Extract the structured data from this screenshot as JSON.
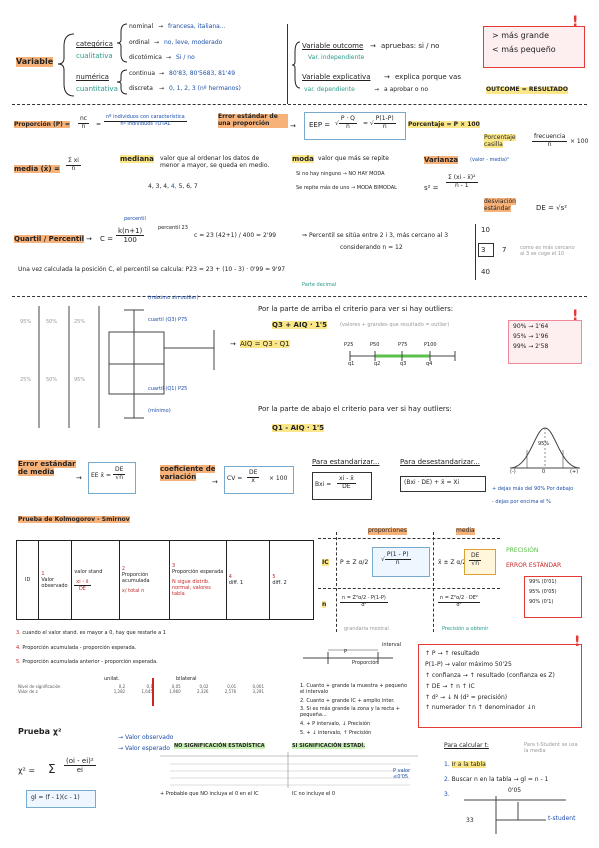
{
  "variable": {
    "label": "Variable",
    "categorica": "categórica",
    "cualitativa": "cualitativa",
    "numerica": "numérica",
    "cuantitativa": "cuantitativa",
    "nominal": "nominal",
    "nominal_ex": "francesa, italiana...",
    "ordinal": "ordinal",
    "ordinal_ex": "no, leve, moderado",
    "dicotomica": "dicotómica",
    "dicotomica_ex": "Si / no",
    "continua": "continua",
    "continua_ex": "80'83, 80'5683, 81'49",
    "discreta": "discreta",
    "discreta_ex": "0, 1, 2, 3 (nº hermanos)"
  },
  "outcome": {
    "line1_a": "Variable outcome",
    "line1_b": "apruebas: si / no",
    "line1_sub": "Var. independiente",
    "line2_a": "Variable explicativa",
    "line2_b": "explica porque vas",
    "line2_sub": "var. dependiente",
    "line2_c": "a aprobar o no",
    "badge": "OUTCOME = RESULTADO"
  },
  "top_right_box": {
    "line1": "> más grande",
    "line2": "< más pequeño"
  },
  "proporcion": {
    "label": "Proporción (P) =",
    "num": "nc",
    "den": "n",
    "eq": "=",
    "def_num": "nº individuos con característica",
    "def_den": "nº individuos TOTAL",
    "error_label": "Error estándar de una proporción",
    "ee_prefix": "EEP =",
    "ee_num": "P · Q",
    "ee_den": "n",
    "ee_num2": "P(1-P)",
    "ee_den2": "n",
    "porcentaje": "Porcentaje = P × 100",
    "porc_casilla_label": "Porcentaje casilla",
    "porc_casilla_num": "frecuencia",
    "porc_casilla_den": "n",
    "porc_casilla_tail": "× 100"
  },
  "media": {
    "label": "media (x̄) =",
    "num": "Σ xi",
    "den": "n",
    "mediana_label": "mediana",
    "mediana_text": "valor que al ordenar los datos de menor a mayor, se queda en medio.",
    "mediana_ex_a": "4, 3, 4,",
    "mediana_ex_b": "4,",
    "mediana_ex_c": "5, 6, 7",
    "moda_label": "moda",
    "moda_text": "valor que más se repite",
    "moda_line2": "Si no hay ninguno → NO HAY MODA",
    "moda_line3": "Se repite más de uno → MODA BIMODAL",
    "varianza_label": "Varianza",
    "varianza_sub": "(valor - media)²",
    "varianza_formula_num": "Σ (xi - x̄)²",
    "varianza_formula_den": "n - 1",
    "s2": "s² =",
    "desviacion_label": "desviación estándar",
    "desviacion_formula": "DE = √s²"
  },
  "quartil": {
    "label": "Quartil / Percentil",
    "c_eq": "C =",
    "num": "k(n+1)",
    "den": "100",
    "percentil_tag": "percentil",
    "percentil_23": "percentil 23",
    "calc": "c = 23 (42+1) / 400 = 2'99",
    "arrow_text": "Percentil se sitúa entre 2 i 3, más cercano al 3",
    "considerando": "considerando n = 12",
    "sentence": "Una vez calculada la posición C, el percentil se calcula: P23 = 23 + (10 - 3) · 0'99 = 9'97",
    "parte_decimal": "Parte decimal",
    "side_nums": [
      "10",
      "3",
      "7",
      "40"
    ],
    "side_note": "como es más cercano al 3 se coge el 10"
  },
  "boxplot": {
    "max_label": "(máximo sin outlier)",
    "q3": "cuartil (Q3) P75",
    "q1": "cuartil (Q1) P25",
    "min_label": "(mínimo)",
    "aiq": "AIQ = Q3 - Q1",
    "pct_labels": [
      "95%",
      "50%",
      "25%"
    ],
    "outliers_top_title": "Por la parte de arriba el criterio para ver si hay outliers:",
    "outliers_top_formula": "Q3 + AIQ · 1'5",
    "outliers_top_note": "(valores + grandes que resultado = outlier)",
    "outliers_bottom_title": "Por la parte de abajo el criterio para ver si hay outliers:",
    "outliers_bottom_formula": "Q1 - AIQ · 1'5",
    "percentiles": [
      "P25",
      "P50",
      "P75",
      "P100"
    ],
    "quartiles": [
      "q1",
      "q2",
      "q3",
      "q4"
    ],
    "z_values": [
      "90% → 1'64",
      "95% → 1'96",
      "99% → 2'58"
    ]
  },
  "error_media": {
    "label": "Error estándar de media",
    "formula_ee": "EE x̄ =",
    "num": "DE",
    "den": "√n",
    "cv_label": "coeficiente de variación",
    "cv": "CV =",
    "cv_num": "DE",
    "cv_den": "x̄",
    "cv_tail": "× 100",
    "estandarizar": "Para estandarizar...",
    "std_num": "xi - x̄",
    "std_den": "DE",
    "bxi": "Bxi =",
    "desestandarizar": "Para desestandarizar...",
    "des_formula": "(Bxi · DE) + x̄ = Xi",
    "normal_labels": [
      "(-)",
      "(+)",
      "0"
    ],
    "normal_note_1": "dejas más del 90% Por debajo",
    "normal_note_2": "dejas por encima el %",
    "normal_95": "95%"
  },
  "ks": {
    "title": "Prueba de Kolmogorov - Smirnov",
    "headers": [
      "ID",
      "Valor observado",
      "valor stand",
      "Proporción acumulada",
      "Proporción esperada",
      "diff. 1",
      "diff. 2"
    ],
    "numbers": [
      "1",
      "2",
      "3",
      "4",
      "5"
    ],
    "stand_formula_num": "xi - x̄",
    "stand_formula_den": "DE",
    "prop_acum": "x/ total n",
    "prop_esp": "N sigue distrib. normal, valores tabla",
    "note3": "cuando el valor stand. es mayor a 0, hay que restarle a 1",
    "note4": "Proporción acumulada - proporción esperada.",
    "note5": "Proporción acumulada anterior - proporción esperada.",
    "sig_rows": [
      [
        "Nivel de significación",
        "0,2",
        "0,1",
        "0,05",
        "0,02",
        "0,01",
        "0,001"
      ],
      [
        "Valor de z",
        "1,282",
        "1,645",
        "1,960",
        "2,326",
        "2,576",
        "3,291"
      ]
    ],
    "sig_header_a": "unilat.",
    "sig_header_b": "bilateral"
  },
  "ic": {
    "header_prop": "proporciones",
    "header_media": "media",
    "ic_label": "IC",
    "n_label": "n",
    "ic_prop": "P ± Z α/2",
    "ic_prop_num": "P(1 - P)",
    "ic_prop_den": "n",
    "ic_media": "x̄ ± Z α/2",
    "ic_media_num": "DE",
    "ic_media_den": "√n",
    "n_prop": "n = Z²α/2 · P(1-P)",
    "n_prop_den": "d²",
    "n_media": "n = Z²α/2 · DE²",
    "n_media_den": "d²",
    "grandaria": "grandaria mostral",
    "precision_note": "Precisión a obtenir",
    "precision": "PRECISIÓN",
    "error": "ERROR ESTÁNDAR",
    "alpha": [
      "99% (0'01)",
      "95% (0'05)",
      "90% (0'1)"
    ]
  },
  "interval_notes": {
    "interval": "interval",
    "proporcion": "Proporción",
    "p_axis": "P",
    "items": [
      "1. Cuanto + grande la muestra + pequeño el intervalo",
      "2. Cuanto + grande IC + amplio inter.",
      "3. Si es más grande la zona y la recta + pequeña...",
      "4. + P intervalo, ↓ Precisión",
      "5. + ↓ intervalo, ↑ Precisión"
    ]
  },
  "red_box": {
    "lines": [
      "↑ P → ↑ resultado",
      "P(1-P) → valor máximo 50'25",
      "↑ confianza → ↑ resultado (confianza es Z)",
      "↑ DE → ↑ n ↑ IC",
      "↑ d² → ↓ N (d² = precisión)",
      "↑ numerador ↑n    ↑ denominador ↓n"
    ]
  },
  "chi2": {
    "title": "Prueba χ²",
    "observado": "Valor observado",
    "esperado": "Valor esperado",
    "formula_lhs": "χ² =",
    "formula_sum": "Σ",
    "formula_num": "(oi - ei)²",
    "formula_den": "ei",
    "gl": "gl = (f - 1)(c - 1)",
    "no_sig": "NO SIGNIFICACIÓN ESTADÍSTICA",
    "si_sig": "SI SIGNIFICACIÓN ESTADÍ.",
    "tabla_note_a": "Probable que NO incluya el 0 en el IC",
    "tabla_note_b": "IC no incluye el 0",
    "p_valor": "P valor ≤0'05"
  },
  "t_student": {
    "para_calcular": "Para calcular t:",
    "t_note": "Para t-Student se usa la media",
    "steps": [
      "Ir a la tabla",
      "Buscar n en la tabla → gl = n - 1",
      ""
    ],
    "step_nums": [
      "1.",
      "2.",
      "3."
    ],
    "val_top": "0'05",
    "val_left": "33",
    "result": "t-student"
  }
}
